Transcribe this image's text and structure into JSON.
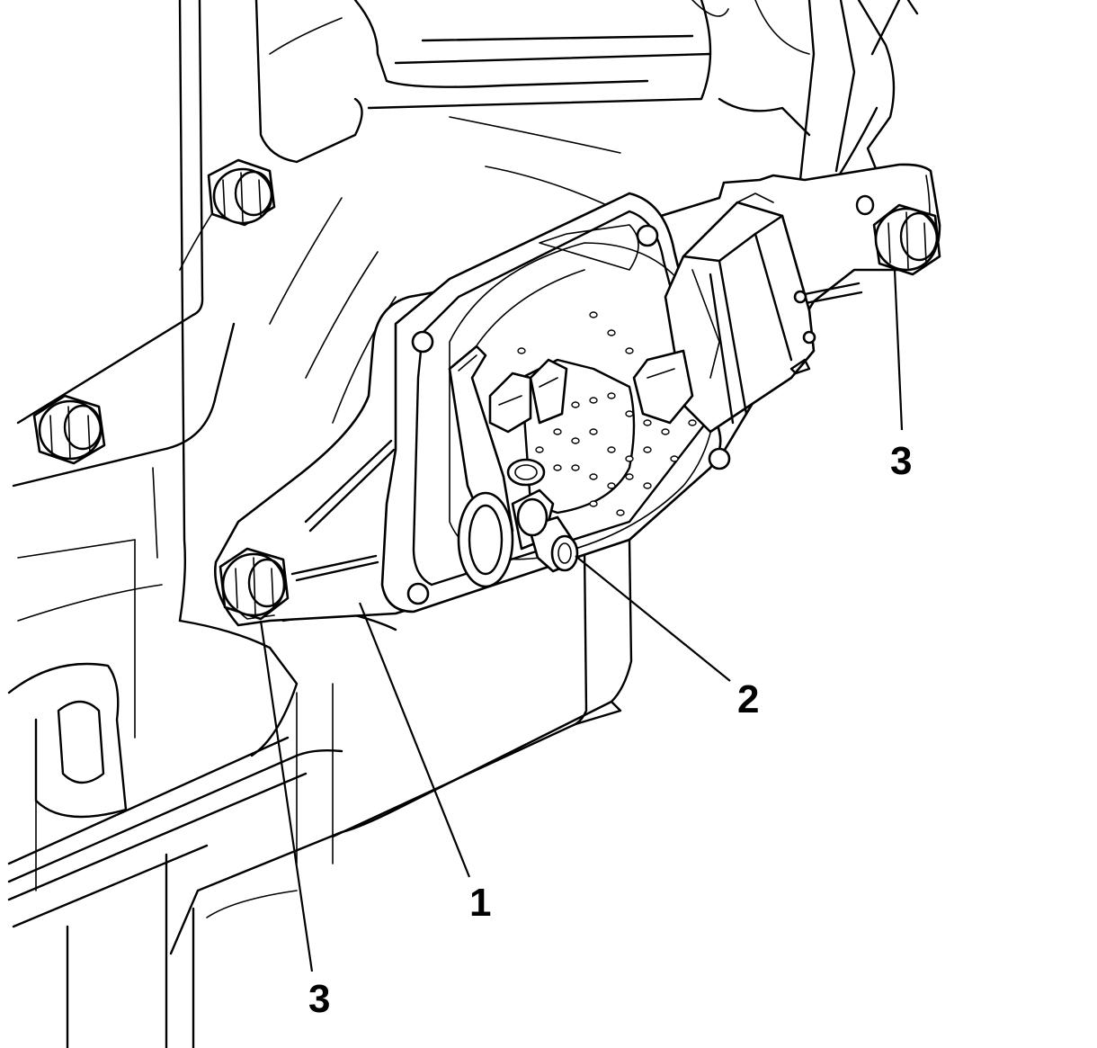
{
  "callouts": [
    {
      "id": "bracket",
      "label": "1"
    },
    {
      "id": "shaft",
      "label": "2"
    },
    {
      "id": "bolt-right",
      "label": "3"
    },
    {
      "id": "bolt-left",
      "label": "3"
    }
  ],
  "colors": {
    "line": "#000000",
    "background": "#ffffff"
  }
}
